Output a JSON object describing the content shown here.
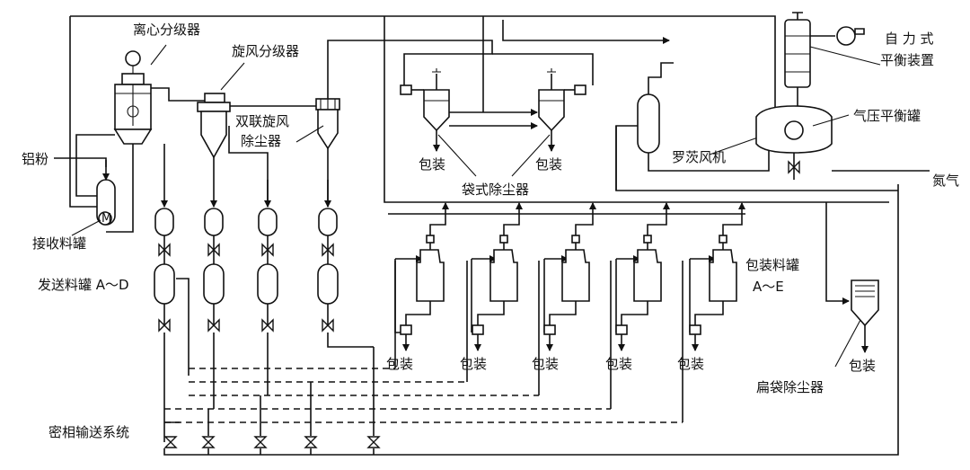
{
  "labels": {
    "centrifugal_classifier": "离心分级器",
    "cyclone_classifier": "旋风分级器",
    "twin_cyclone_l1": "双联旋风",
    "twin_cyclone_l2": "除尘器",
    "aluminum_powder": "铝粉",
    "receiving_tank": "接收料罐",
    "send_tanks": "发送料罐 A～D",
    "dense_phase_system": "密相输送系统",
    "bag_filter": "袋式除尘器",
    "packing": "包装",
    "self_balance_l1": "自 力 式",
    "self_balance_l2": "平衡装置",
    "pressure_balance_tank": "气压平衡罐",
    "roots_blower": "罗茨风机",
    "nitrogen": "氮气",
    "packing_tanks_l1": "包装料罐",
    "packing_tanks_l2": "A～E",
    "flat_bag_filter": "扁袋除尘器"
  },
  "icons": {
    "motor": "M"
  }
}
